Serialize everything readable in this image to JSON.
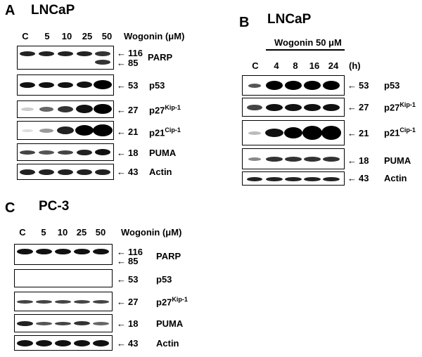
{
  "panelA": {
    "letter": "A",
    "title": "LNCaP",
    "lanes": [
      "C",
      "5",
      "10",
      "25",
      "50"
    ],
    "condition": "Wogonin (μM)",
    "blots": [
      {
        "protein": "PARP",
        "sup": "",
        "mw": [
          "116",
          "85"
        ]
      },
      {
        "protein": "p53",
        "sup": "",
        "mw": [
          "53"
        ]
      },
      {
        "protein": "p27",
        "sup": "Kip-1",
        "mw": [
          "27"
        ]
      },
      {
        "protein": "p21",
        "sup": "Cip-1",
        "mw": [
          "21"
        ]
      },
      {
        "protein": "PUMA",
        "sup": "",
        "mw": [
          "18"
        ]
      },
      {
        "protein": "Actin",
        "sup": "",
        "mw": [
          "43"
        ]
      }
    ]
  },
  "panelB": {
    "letter": "B",
    "title": "LNCaP",
    "treatment": "Wogonin 50 μM",
    "lanes": [
      "C",
      "4",
      "8",
      "16",
      "24"
    ],
    "unit": "(h)",
    "blots": [
      {
        "protein": "p53",
        "sup": "",
        "mw": [
          "53"
        ]
      },
      {
        "protein": "p27",
        "sup": "Kip-1",
        "mw": [
          "27"
        ]
      },
      {
        "protein": "p21",
        "sup": "Cip-1",
        "mw": [
          "21"
        ]
      },
      {
        "protein": "PUMA",
        "sup": "",
        "mw": [
          "18"
        ]
      },
      {
        "protein": "Actin",
        "sup": "",
        "mw": [
          "43"
        ]
      }
    ]
  },
  "panelC": {
    "letter": "C",
    "title": "PC-3",
    "lanes": [
      "C",
      "5",
      "10",
      "25",
      "50"
    ],
    "condition": "Wogonin (μM)",
    "blots": [
      {
        "protein": "PARP",
        "sup": "",
        "mw": [
          "116",
          "85"
        ]
      },
      {
        "protein": "p53",
        "sup": "",
        "mw": [
          "53"
        ]
      },
      {
        "protein": "p27",
        "sup": "Kip-1",
        "mw": [
          "27"
        ]
      },
      {
        "protein": "PUMA",
        "sup": "",
        "mw": [
          "18"
        ]
      },
      {
        "protein": "Actin",
        "sup": "",
        "mw": [
          "43"
        ]
      }
    ]
  },
  "arrow": "←"
}
